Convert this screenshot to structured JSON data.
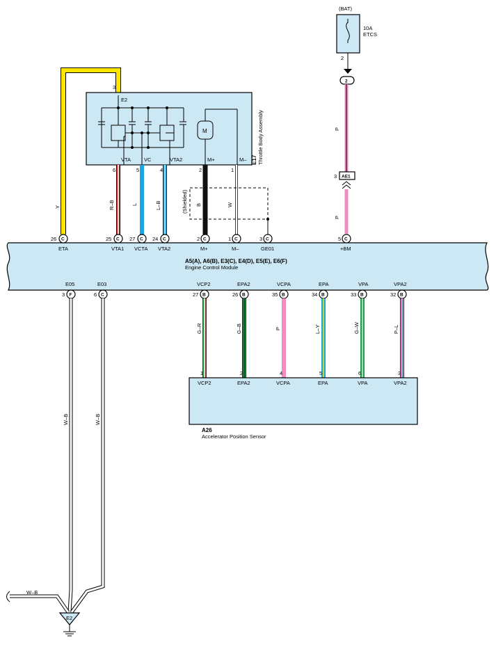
{
  "battery": {
    "label": "(BAT)",
    "fuse_amp": "10A",
    "fuse_name": "ETCS",
    "pin": "2"
  },
  "junction": {
    "pin": "2",
    "connector": "AE1",
    "connector_pin": "3"
  },
  "throttle": {
    "code": "E17",
    "name": "Throttle Body Assembly",
    "e2_label": "E2",
    "e2_pin": "3",
    "motor_symbol": "M",
    "terminals": [
      {
        "pin": "6",
        "label": "VTA"
      },
      {
        "pin": "5",
        "label": "VC"
      },
      {
        "pin": "4",
        "label": "VTA2"
      },
      {
        "pin": "2",
        "label": "M+"
      },
      {
        "pin": "1",
        "label": "M–"
      }
    ]
  },
  "ecm": {
    "codes": "A5(A), A6(B), E3(C), E4(D), E5(E), E6(F)",
    "name": "Engine Control Module",
    "top_pins": [
      {
        "num": "26",
        "conn": "C",
        "label": "ETA"
      },
      {
        "num": "25",
        "conn": "C",
        "label": "VTA1"
      },
      {
        "num": "27",
        "conn": "C",
        "label": "VCTA"
      },
      {
        "num": "24",
        "conn": "C",
        "label": "VTA2"
      },
      {
        "num": "2",
        "conn": "C",
        "label": "M+"
      },
      {
        "num": "1",
        "conn": "C",
        "label": "M–"
      },
      {
        "num": "3",
        "conn": "C",
        "label": "GE01"
      },
      {
        "num": "5",
        "conn": "C",
        "label": "+BM"
      }
    ],
    "bottom_pins": [
      {
        "num": "3",
        "conn": "F",
        "label": "E05"
      },
      {
        "num": "6",
        "conn": "C",
        "label": "E03"
      },
      {
        "num": "27",
        "conn": "B",
        "label": "VCP2"
      },
      {
        "num": "26",
        "conn": "B",
        "label": "EPA2"
      },
      {
        "num": "35",
        "conn": "B",
        "label": "VCPA"
      },
      {
        "num": "34",
        "conn": "B",
        "label": "EPA"
      },
      {
        "num": "33",
        "conn": "B",
        "label": "VPA"
      },
      {
        "num": "32",
        "conn": "B",
        "label": "VPA2"
      }
    ]
  },
  "sensor": {
    "code": "A26",
    "name": "Accelerator Position Sensor",
    "terminals": [
      {
        "pin": "1",
        "label": "VCP2"
      },
      {
        "pin": "2",
        "label": "EPA2"
      },
      {
        "pin": "4",
        "label": "VCPA"
      },
      {
        "pin": "5",
        "label": "EPA"
      },
      {
        "pin": "6",
        "label": "VPA"
      },
      {
        "pin": "3",
        "label": "VPA2"
      }
    ]
  },
  "wire_labels": {
    "y": "Y",
    "rb": "R–B",
    "l": "L",
    "lb": "L–B",
    "b": "B",
    "w": "W",
    "p_upper": "P",
    "p_lower": "P",
    "gr": "G–R",
    "gb": "G–B",
    "p_sensor": "P",
    "ly": "L–Y",
    "gw": "G–W",
    "pl": "P–L",
    "wb1": "W–B",
    "wb2": "W–B",
    "wb3": "W–B"
  },
  "shielded": "(Shielded)",
  "ground": "E2",
  "colors": {
    "module_fill": "#cce8f4",
    "yellow": "#ffe600",
    "red": "#e02020",
    "blue": "#1aa7e0",
    "pink": "#f28cc0",
    "green": "#1ea04a"
  }
}
